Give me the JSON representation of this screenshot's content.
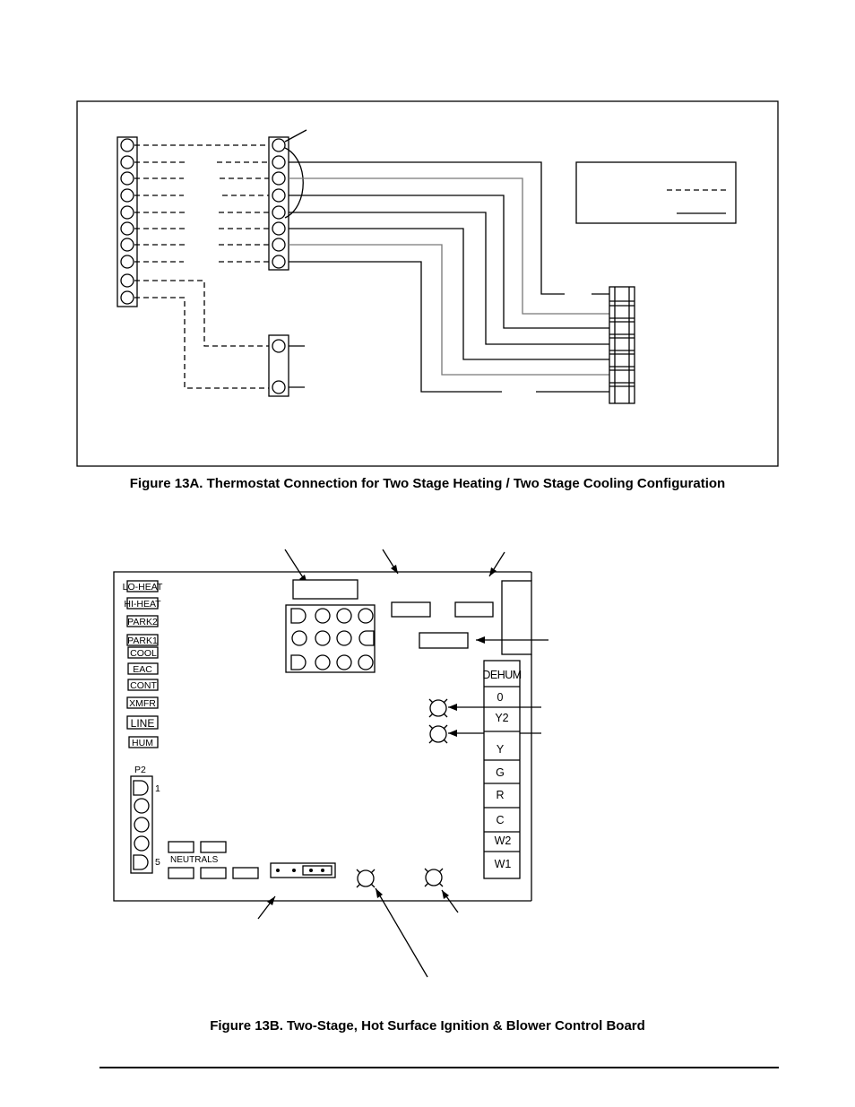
{
  "figure_a": {
    "caption": "Figure 13A. Thermostat Connection for Two Stage Heating / Two Stage Cooling Configuration"
  },
  "figure_b": {
    "caption": "Figure 13B. Two-Stage, Hot Surface Ignition & Blower Control Board",
    "board_labels": {
      "lo_heat": "LO-HEAT",
      "hi_heat": "HI-HEAT",
      "park2": "PARK2",
      "park1": "PARK1",
      "cool": "COOL",
      "eac": "EAC",
      "cont": "CONT",
      "xmfr": "XMFR",
      "line": "LINE",
      "hum": "HUM"
    },
    "p2": {
      "label": "P2",
      "pin_first": "1",
      "pin_last": "5"
    },
    "neutrals_label": "NEUTRALS",
    "terminal_strip": {
      "dehum": "DEHUM",
      "o": "0",
      "y2": "Y2",
      "y": "Y",
      "g": "G",
      "r": "R",
      "c": "C",
      "w2": "W2",
      "w1": "W1"
    }
  },
  "colors": {
    "line": "#000000",
    "gray_wire": "#777777",
    "background": "#ffffff"
  }
}
